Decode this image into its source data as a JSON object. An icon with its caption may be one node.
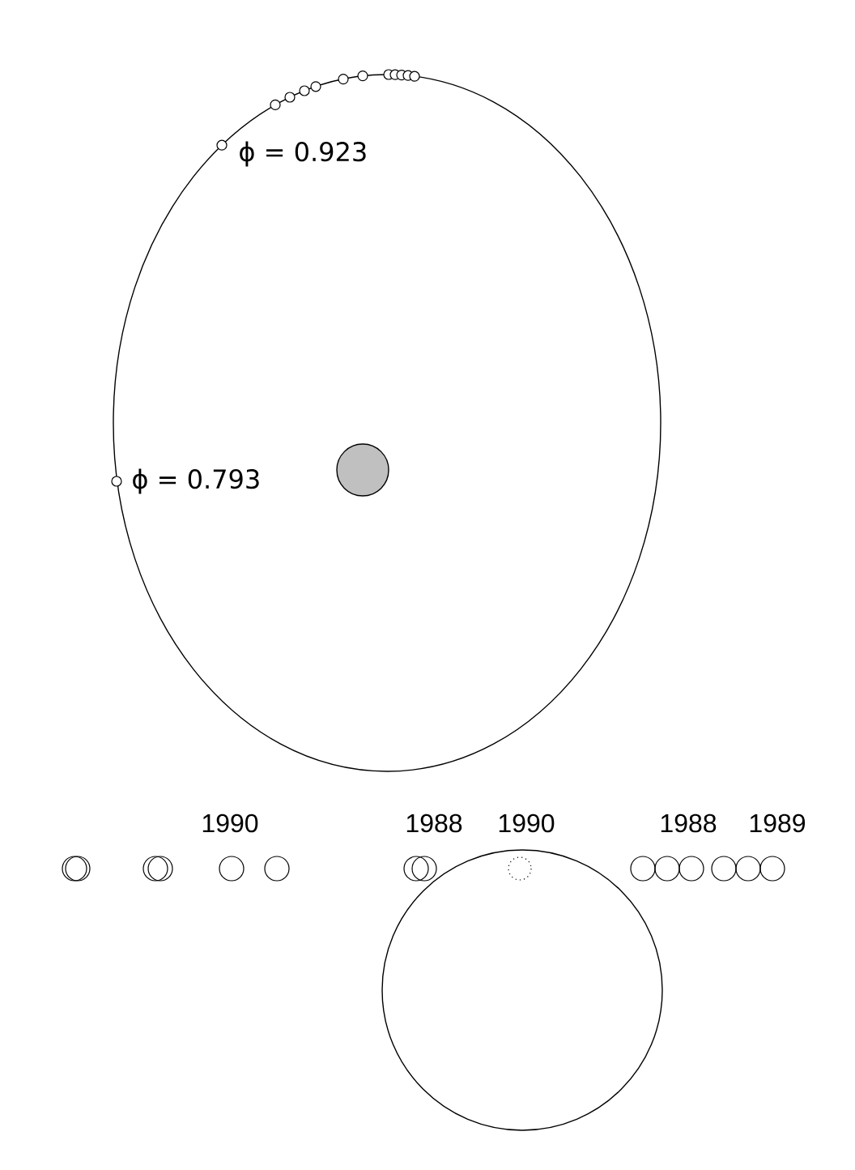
{
  "diagram": {
    "labels": [
      "ϕ = 0.923",
      "ϕ = 0.793",
      "1990",
      "1988",
      "1990",
      "1988",
      "1989"
    ]
  }
}
